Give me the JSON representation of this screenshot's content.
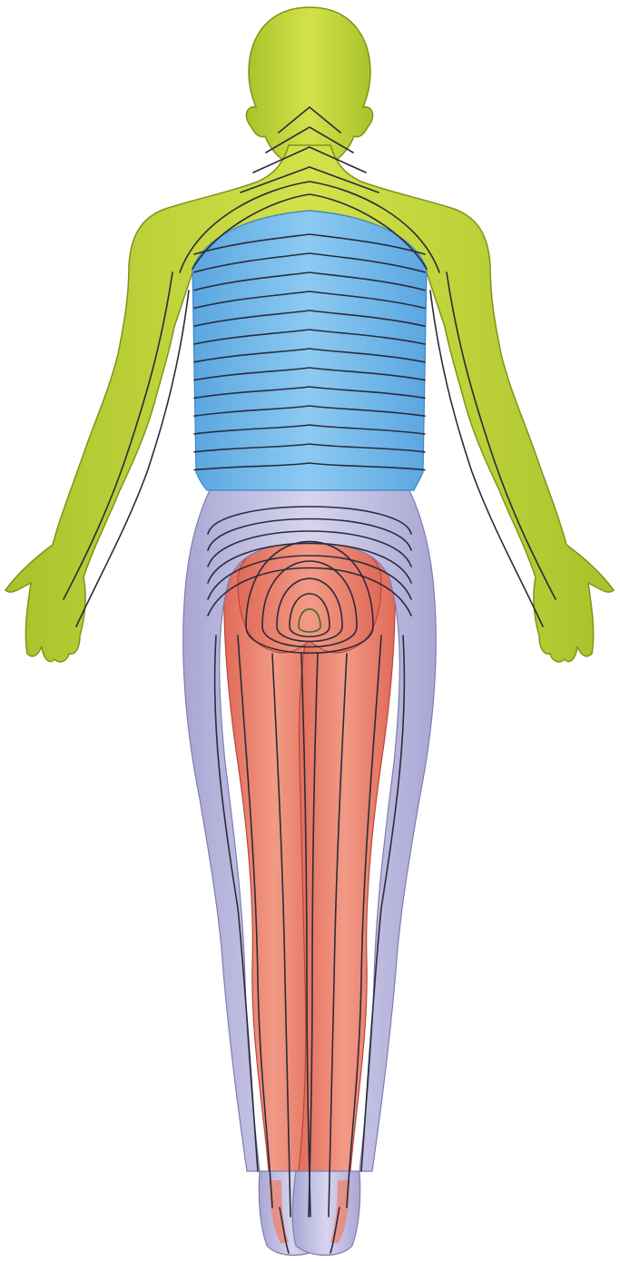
{
  "colors": {
    "cervical": "#c4d63a",
    "cervical_dark": "#8fa51f",
    "thoracic": "#6fb6e8",
    "thoracic_dark": "#3f8fcf",
    "lumbar": "#c3c0e0",
    "lumbar_dark": "#8f8cbf",
    "sacral": "#ec8672",
    "sacral_dark": "#c9594a",
    "line": "#2b2b3a"
  },
  "regions": [
    {
      "id": "cervical",
      "color_key": "cervical"
    },
    {
      "id": "thoracic",
      "color_key": "thoracic"
    },
    {
      "id": "lumbar",
      "color_key": "lumbar"
    },
    {
      "id": "sacral",
      "color_key": "sacral"
    }
  ]
}
